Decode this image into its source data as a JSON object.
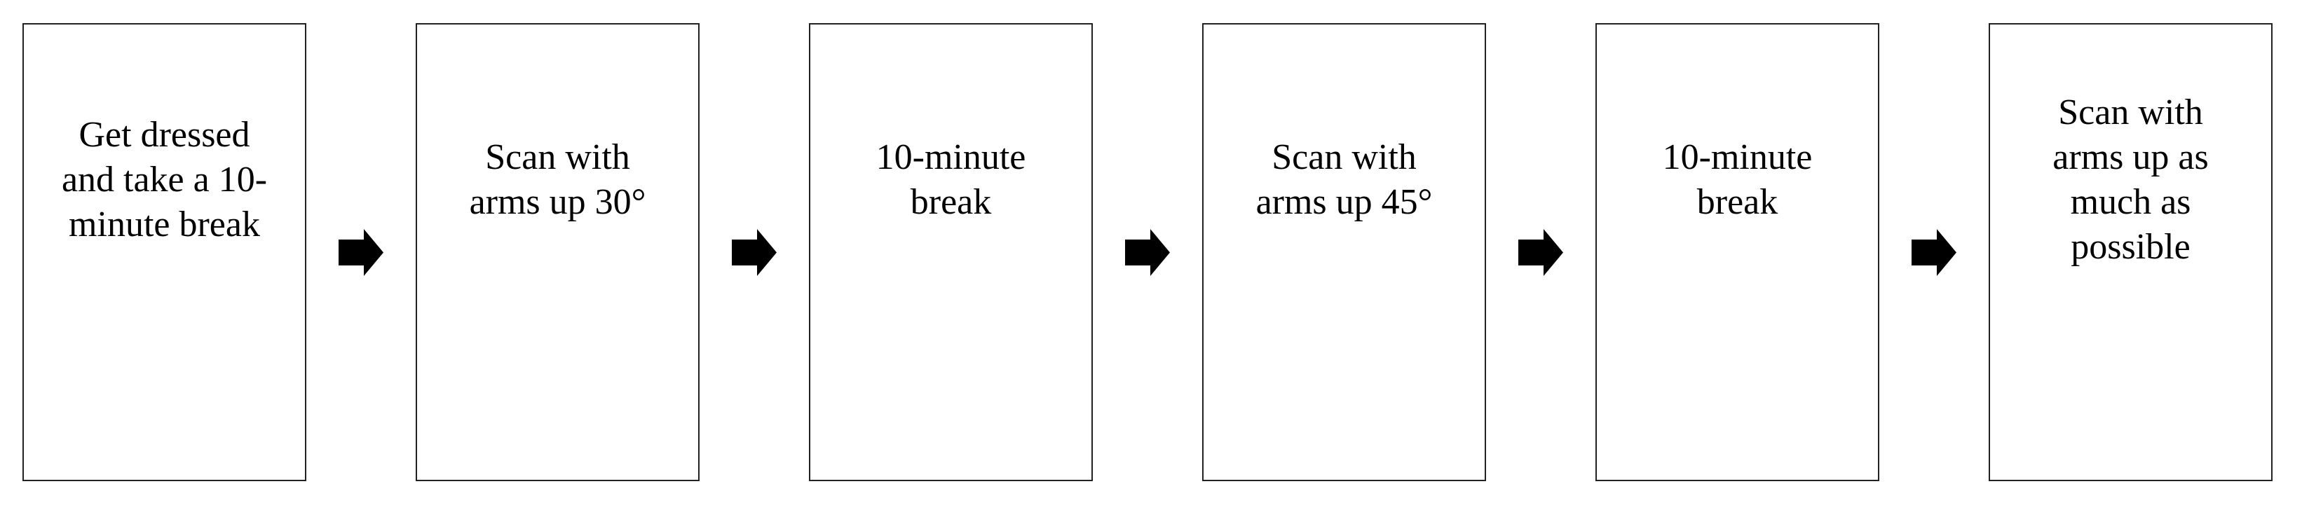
{
  "flowchart": {
    "steps": [
      {
        "label": "Get dressed and take a 10-minute break"
      },
      {
        "label": "Scan with arms up 30°"
      },
      {
        "label": "10-minute break"
      },
      {
        "label": "Scan with arms up 45°"
      },
      {
        "label": "10-minute break"
      },
      {
        "label": "Scan with arms up as much as possible"
      }
    ],
    "connector": {
      "icon": "arrow-right-icon",
      "direction": "right",
      "count": 5
    },
    "colors": {
      "background": "#ffffff",
      "box_fill": "#ffffff",
      "box_border": "#222222",
      "text": "#000000",
      "arrow": "#000000"
    }
  }
}
